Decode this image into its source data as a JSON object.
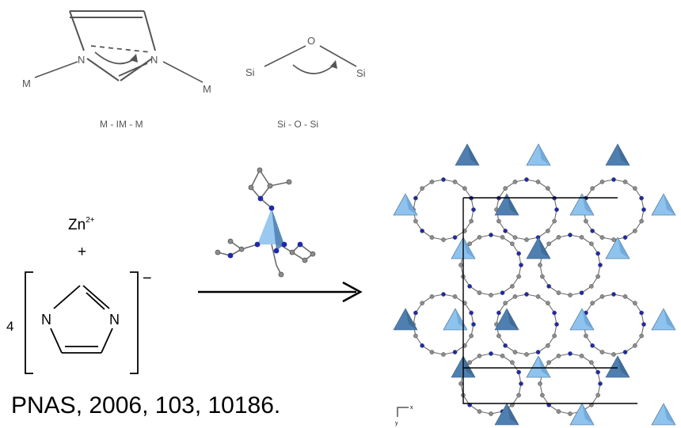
{
  "top": {
    "bridge_im": {
      "metal_left": "M",
      "n_left": "N",
      "n_right": "N",
      "metal_right": "M",
      "caption": "M - IM - M"
    },
    "bridge_sio": {
      "si_left": "Si",
      "oxygen": "O",
      "si_right": "Si",
      "caption": "Si - O - Si"
    }
  },
  "reaction": {
    "zinc": "Zn",
    "zinc_charge": "2+",
    "plus": "+",
    "coefficient": "4",
    "ring_n_left": "N",
    "ring_n_right": "N",
    "ring_charge": "−"
  },
  "axis_marker": {
    "x": "x",
    "y": "y"
  },
  "citation": "PNAS, 2006, 103, 10186.",
  "colors": {
    "tetra_dark": "#4f7fb0",
    "tetra_light": "#8ec3ee",
    "nitrogen": "#1f2aa8",
    "carbon": "#8c8c8c",
    "bond": "#6b6b6b"
  }
}
